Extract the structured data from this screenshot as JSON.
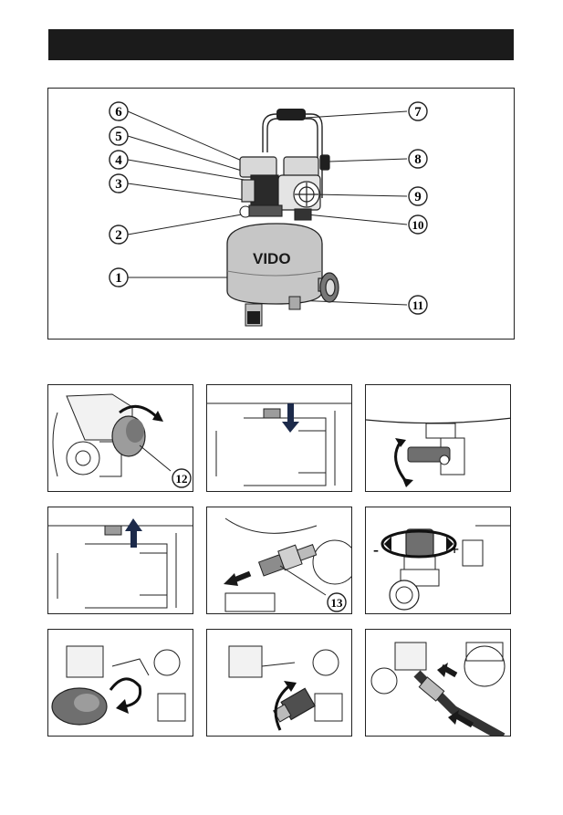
{
  "page": {
    "title_text": "",
    "brand_logo": "VIDO"
  },
  "main_figure": {
    "callouts": [
      {
        "id": "callout-1",
        "label": "1"
      },
      {
        "id": "callout-2",
        "label": "2"
      },
      {
        "id": "callout-3",
        "label": "3"
      },
      {
        "id": "callout-4",
        "label": "4"
      },
      {
        "id": "callout-5",
        "label": "5"
      },
      {
        "id": "callout-6",
        "label": "6"
      },
      {
        "id": "callout-7",
        "label": "7"
      },
      {
        "id": "callout-8",
        "label": "8"
      },
      {
        "id": "callout-9",
        "label": "9"
      },
      {
        "id": "callout-10",
        "label": "10"
      },
      {
        "id": "callout-11",
        "label": "11"
      }
    ]
  },
  "panels": {
    "p1": {
      "callout": "12",
      "icon": "rotate-arrow-icon"
    },
    "p2": {
      "icon": "down-arrow-icon"
    },
    "p3": {
      "icon": "double-arrow-icon"
    },
    "p4": {
      "icon": "up-arrow-icon"
    },
    "p5": {
      "callout": "13",
      "icon": "left-arrow-icon"
    },
    "p6": {
      "minus": "-",
      "plus": "+",
      "icon": "rotate-arrow-icon"
    },
    "p7": {
      "icon": "rotate-arrow-icon"
    },
    "p8": {
      "icon": "rotate-arrow-icon"
    },
    "p9": {
      "icon": "arrow-icon"
    }
  },
  "colors": {
    "title_bar": "#1b1b1b",
    "tank": "#c6c6c6",
    "accent_dark": "#1a1a1a",
    "arrow_blue": "#1c2a4a"
  }
}
